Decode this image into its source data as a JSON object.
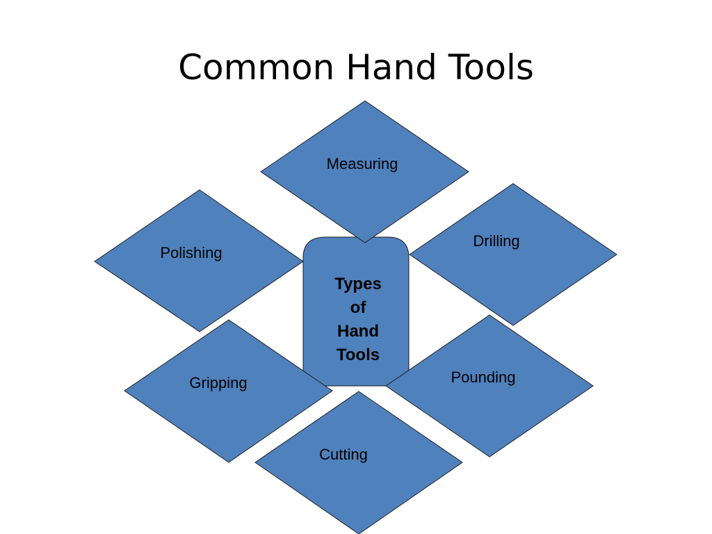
{
  "slide": {
    "title": "Common Hand Tools"
  },
  "diagram": {
    "center": {
      "lines": [
        "Types",
        "of",
        "Hand",
        "Tools"
      ]
    },
    "categories": [
      "Measuring",
      "Drilling",
      "Polishing",
      "Pounding",
      "Gripping",
      "Cutting"
    ]
  },
  "colors": {
    "shape_fill": "#4f81bd",
    "shape_stroke": "#1f1f1f",
    "background": "#ffffff",
    "text": "#000000"
  }
}
